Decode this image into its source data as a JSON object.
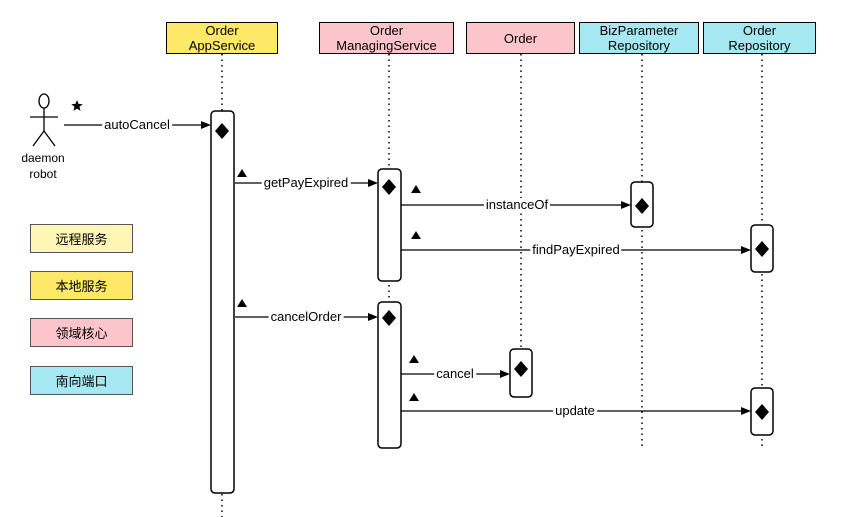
{
  "colors": {
    "remote": "#fff6b5",
    "local": "#fde868",
    "domain": "#fcc5cc",
    "southbound": "#a6e8f2",
    "line": "#000000"
  },
  "participants": [
    {
      "id": "app",
      "label": "Order\nAppService",
      "kind": "local"
    },
    {
      "id": "managing",
      "label": "Order\nManagingService",
      "kind": "domain"
    },
    {
      "id": "order",
      "label": "Order",
      "kind": "domain"
    },
    {
      "id": "bizparam",
      "label": "BizParameter\nRepository",
      "kind": "southbound"
    },
    {
      "id": "orderrepo",
      "label": "Order\nRepository",
      "kind": "southbound"
    }
  ],
  "actor": {
    "label": "daemon\nrobot",
    "icon": "star-icon"
  },
  "messages": [
    {
      "id": "autoCancel",
      "label": "autoCancel"
    },
    {
      "id": "getPayExpired",
      "label": "getPayExpired"
    },
    {
      "id": "instanceOf",
      "label": "instanceOf"
    },
    {
      "id": "findPayExpired",
      "label": "findPayExpired"
    },
    {
      "id": "cancelOrder",
      "label": "cancelOrder"
    },
    {
      "id": "cancel",
      "label": "cancel"
    },
    {
      "id": "update",
      "label": "update"
    }
  ],
  "legend": [
    {
      "label": "远程服务",
      "kind": "remote"
    },
    {
      "label": "本地服务",
      "kind": "local"
    },
    {
      "label": "领域核心",
      "kind": "domain"
    },
    {
      "label": "南向端口",
      "kind": "southbound"
    }
  ]
}
